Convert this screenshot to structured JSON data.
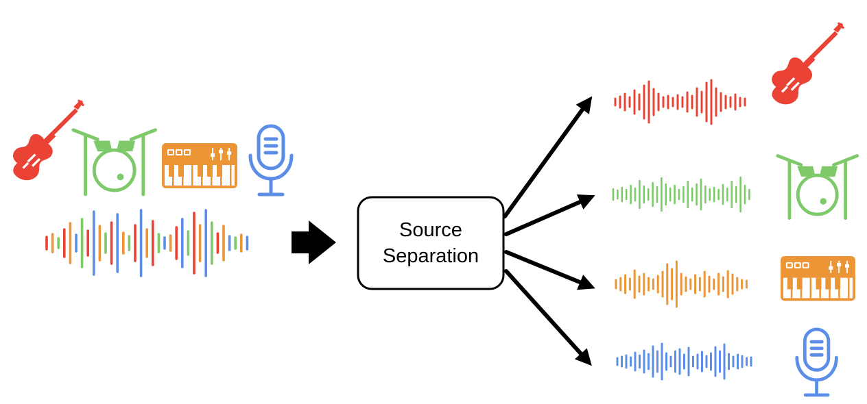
{
  "colors": {
    "guitar": "#ea4335",
    "drums": "#7ec96a",
    "keyboard": "#ec9536",
    "vocals": "#5c8ee8",
    "arrow": "#000000"
  },
  "process_box": {
    "line1": "Source",
    "line2": "Separation"
  },
  "sources": [
    {
      "name": "guitar",
      "icon": "electric-guitar-icon"
    },
    {
      "name": "drums",
      "icon": "drum-kit-icon"
    },
    {
      "name": "keyboard",
      "icon": "synthesizer-icon"
    },
    {
      "name": "vocals",
      "icon": "microphone-icon"
    }
  ]
}
